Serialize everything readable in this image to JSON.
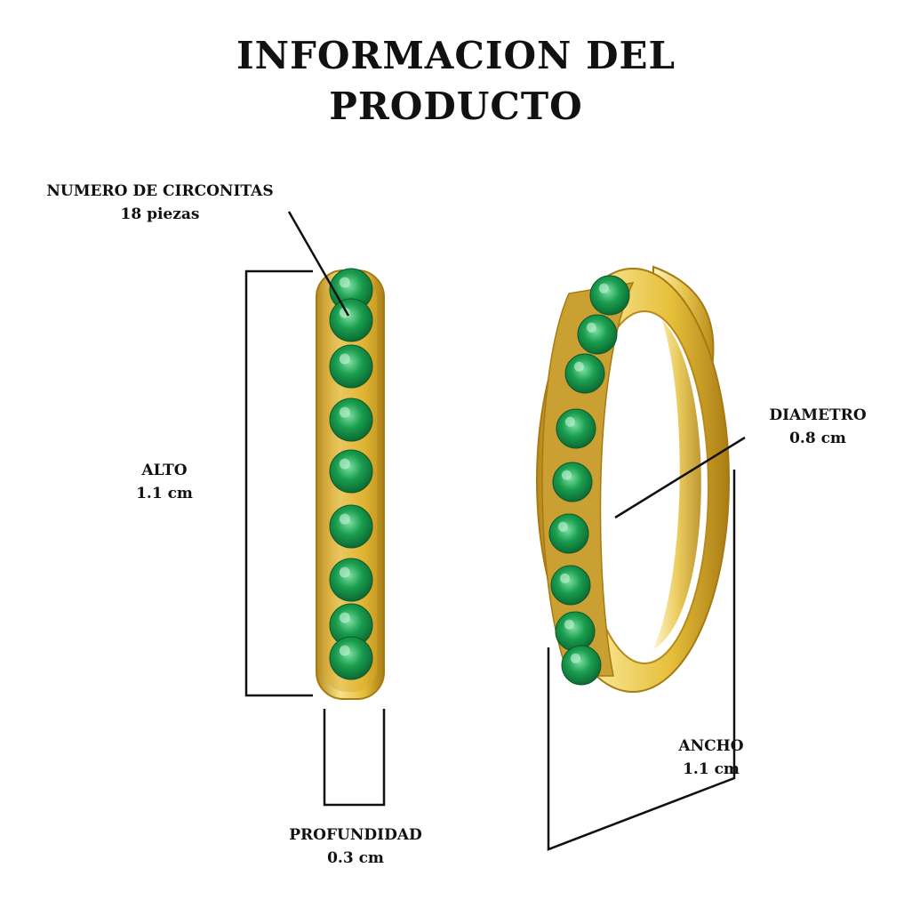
{
  "title": {
    "line1": "INFORMACION  DEL",
    "line2": "PRODUCTO"
  },
  "labels": {
    "circonitas": {
      "name": "NUMERO DE CIRCONITAS",
      "value": "18 piezas"
    },
    "alto": {
      "name": "ALTO",
      "value": "1.1 cm"
    },
    "diametro": {
      "name": "DIAMETRO",
      "value": "0.8 cm"
    },
    "ancho": {
      "name": "ANCHO",
      "value": "1.1 cm"
    },
    "profundidad": {
      "name": "PROFUNDIDAD",
      "value": "0.3 cm"
    }
  },
  "colors": {
    "gold": "#e6bf3a",
    "gold_dark": "#b8891c",
    "gold_light": "#f6e28a",
    "emerald": "#1a9e4f",
    "emerald_dark": "#0d6a33",
    "line": "#111111"
  }
}
